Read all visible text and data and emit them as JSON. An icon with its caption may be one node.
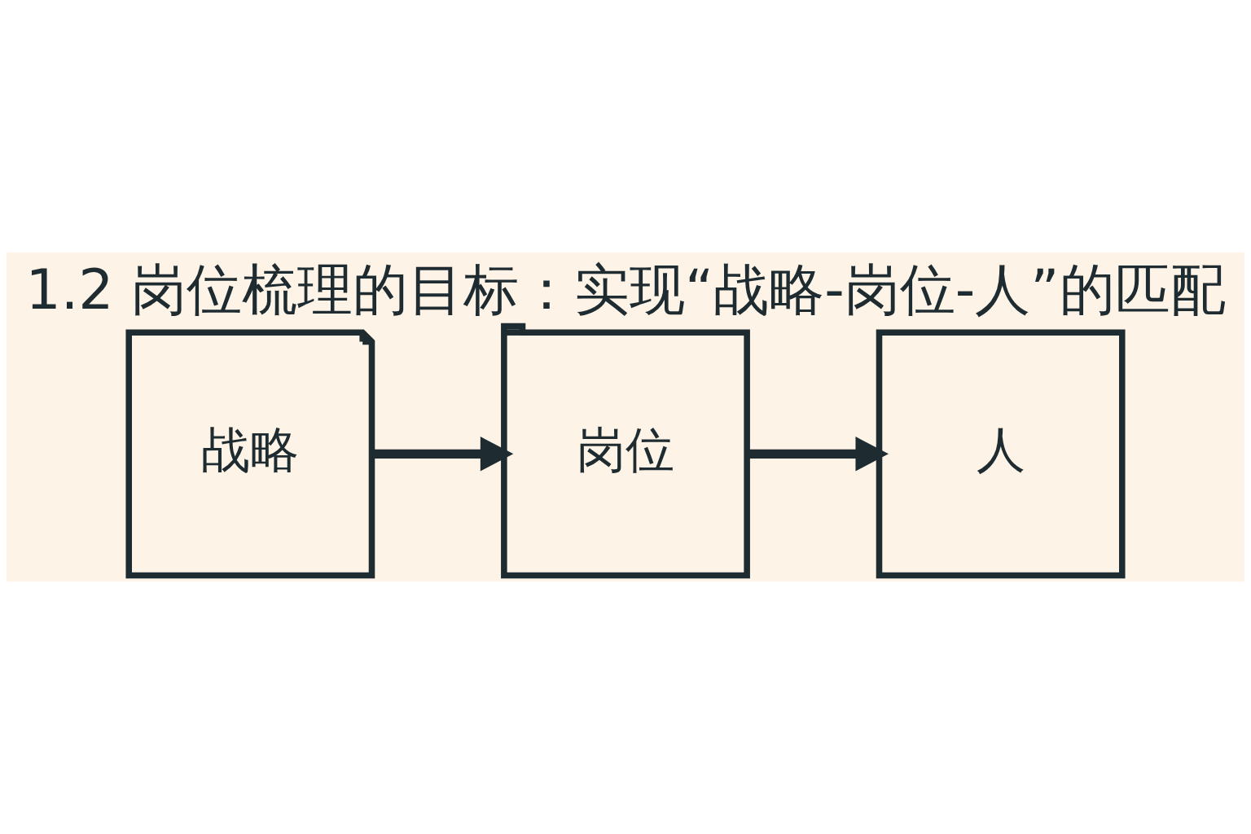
{
  "diagram": {
    "title": "1.2 岗位梳理的目标：实现“战略-岗位-人”的匹配",
    "nodes": [
      {
        "text": [
          "战略"
        ]
      },
      {
        "text": [
          "岗位"
        ]
      },
      {
        "text": [
          "人"
        ]
      }
    ],
    "edges": [
      {
        "from": 0,
        "to": 1,
        "arrow": "to"
      },
      {
        "from": 1,
        "to": 2,
        "arrow": "to"
      }
    ]
  }
}
